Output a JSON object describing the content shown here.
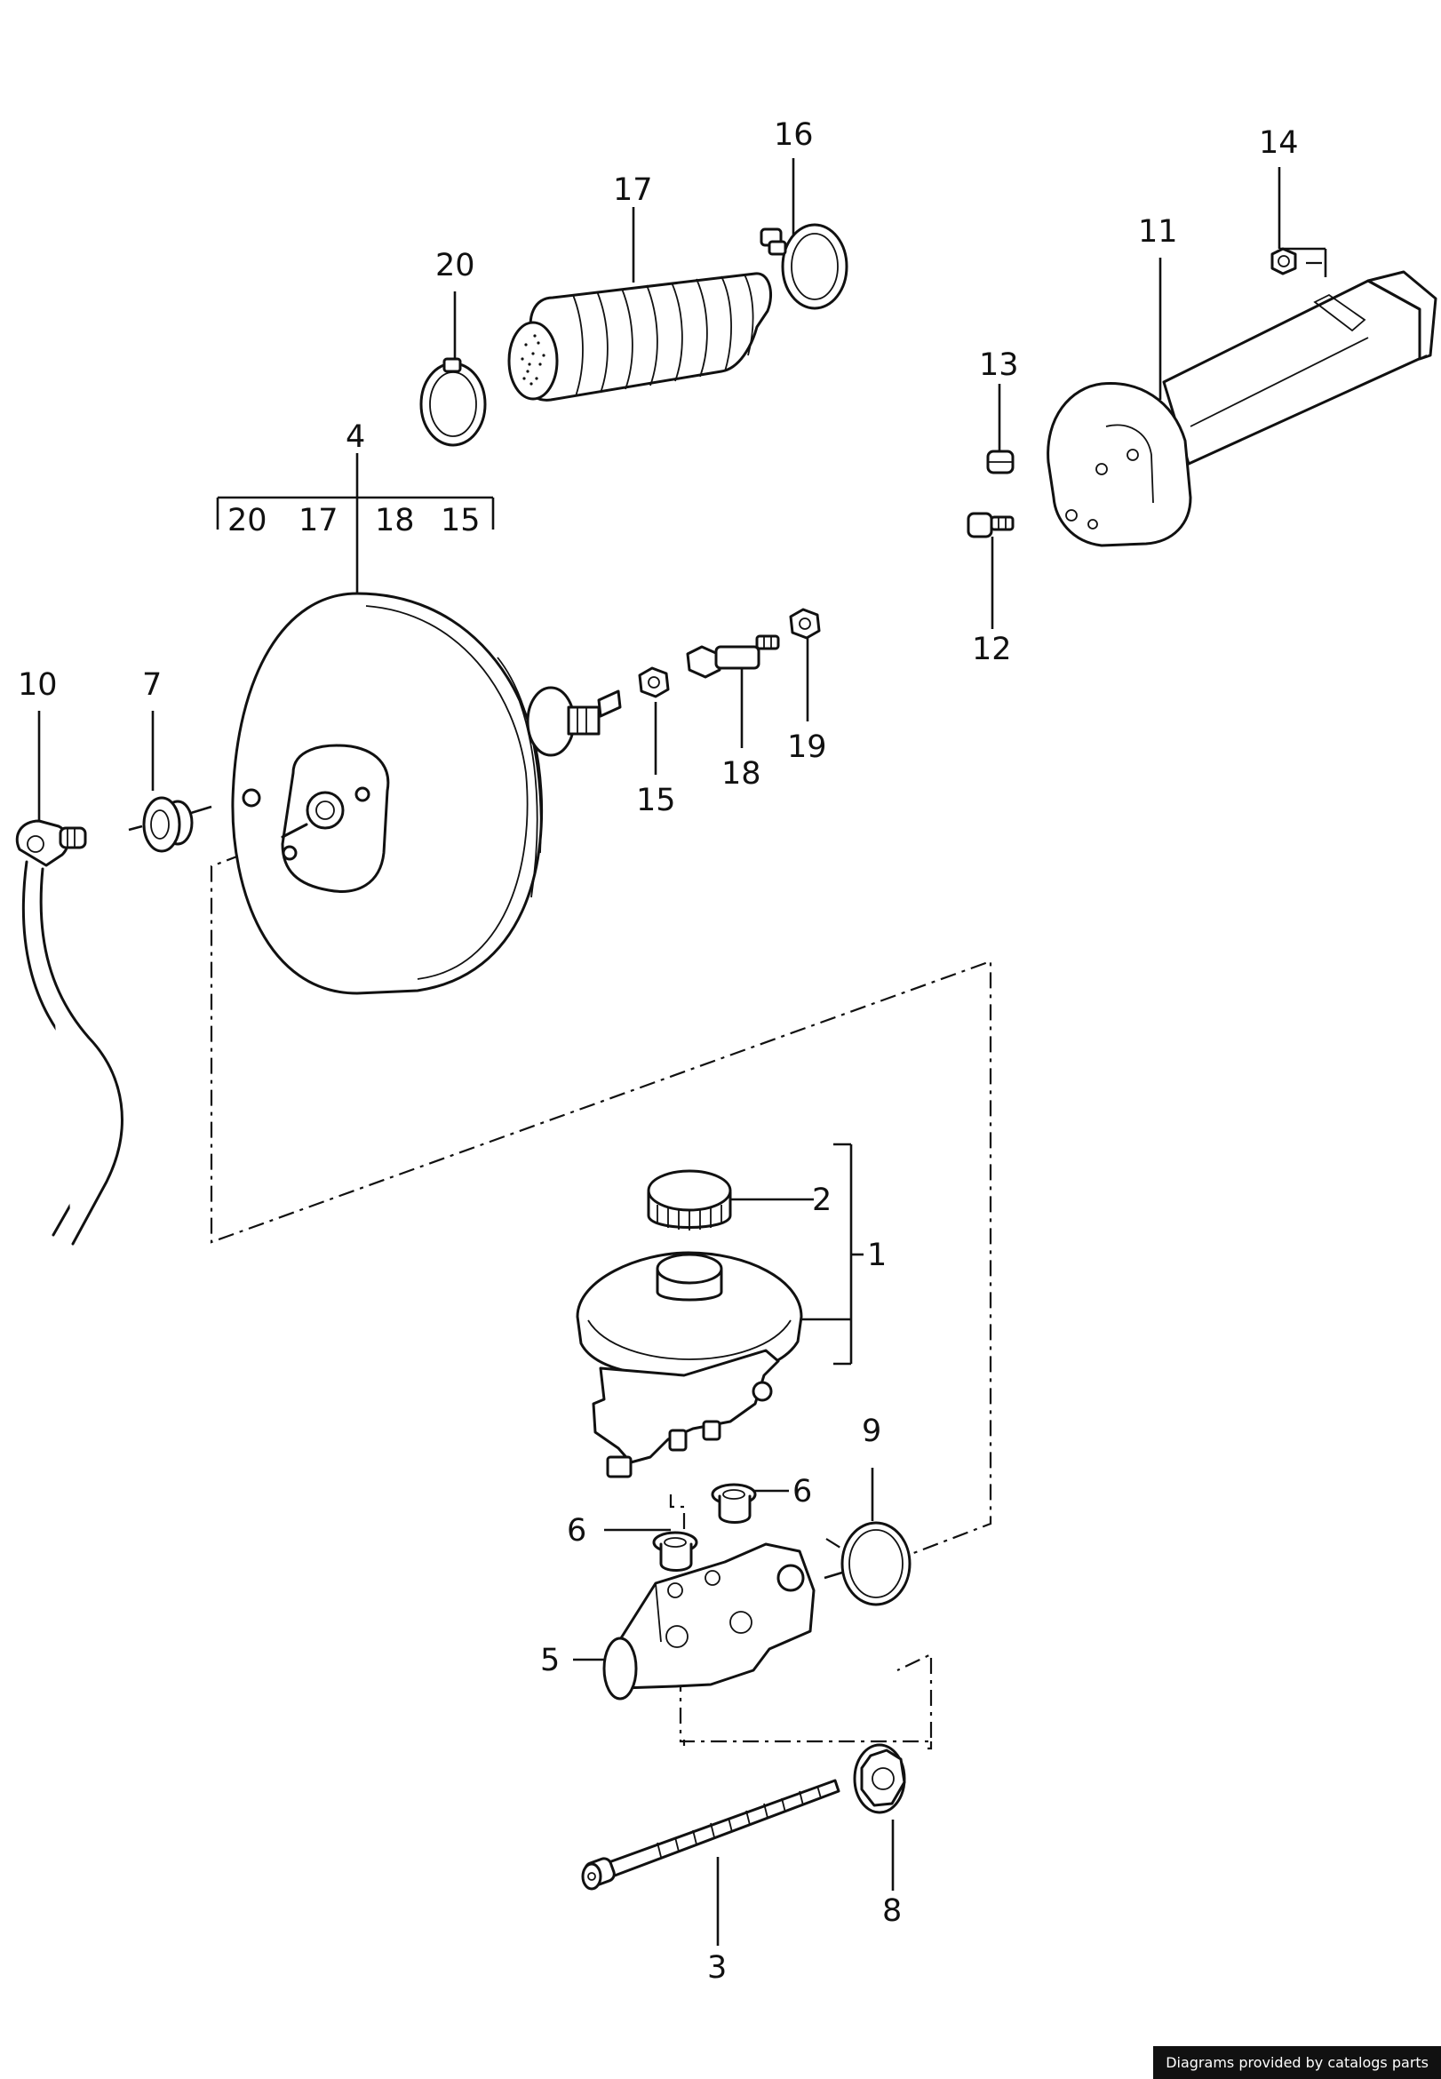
{
  "callouts": {
    "c1": "1",
    "c2": "2",
    "c3": "3",
    "c4": "4",
    "c5": "5",
    "c6a": "6",
    "c6b": "6",
    "c7": "7",
    "c8": "8",
    "c9": "9",
    "c10": "10",
    "c11": "11",
    "c12": "12",
    "c13": "13",
    "c14": "14",
    "c15": "15",
    "c16": "16",
    "c17": "17",
    "c18": "18",
    "c19": "19",
    "c20": "20"
  },
  "kit_4_contents": [
    "20",
    "17",
    "18",
    "15"
  ],
  "credit": "Diagrams provided by catalogs parts"
}
